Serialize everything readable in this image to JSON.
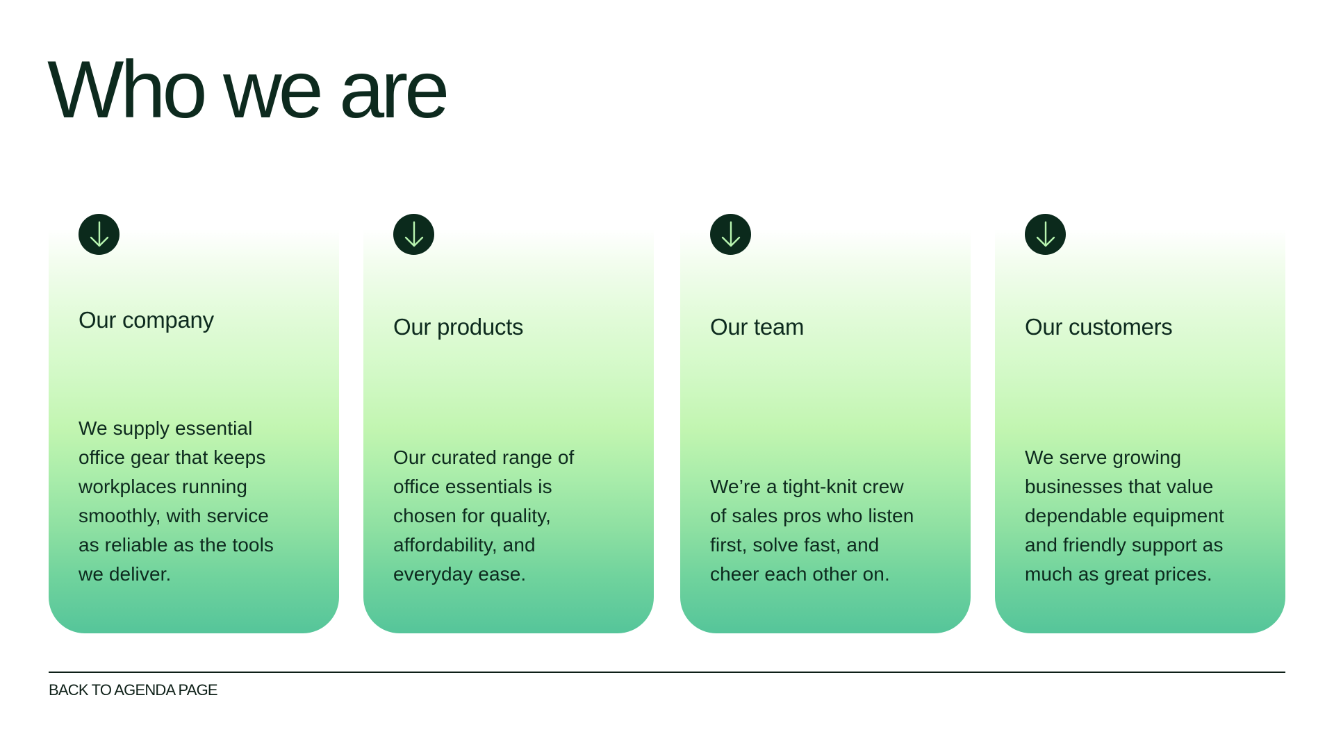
{
  "page": {
    "title": "Who we are"
  },
  "cards": [
    {
      "icon": "arrow-down-icon",
      "title": "Our company",
      "body": "We supply essential\noffice gear that keeps\nworkplaces running\nsmoothly, with service\nas reliable as the tools\nwe deliver."
    },
    {
      "icon": "arrow-down-icon",
      "title": "Our products",
      "body": "Our curated range of\noffice essentials is\nchosen for quality,\naffordability, and\neveryday ease."
    },
    {
      "icon": "arrow-down-icon",
      "title": "Our team",
      "body": "We’re a tight-knit crew\nof sales pros who listen\nfirst, solve fast, and\ncheer each other on."
    },
    {
      "icon": "arrow-down-icon",
      "title": "Our customers",
      "body": "We serve growing\nbusinesses that value\ndependable equipment\nand friendly support as\nmuch as great prices."
    }
  ],
  "footer": {
    "link_label": "BACK TO AGENDA PAGE"
  },
  "colors": {
    "text_dark": "#0d2a1e",
    "icon_bg": "#0b2a1c",
    "icon_arrow": "#b8f5b0",
    "gradient_top": "#ffffff",
    "gradient_mid": "#c1f5b0",
    "gradient_bottom": "#55c59a"
  }
}
